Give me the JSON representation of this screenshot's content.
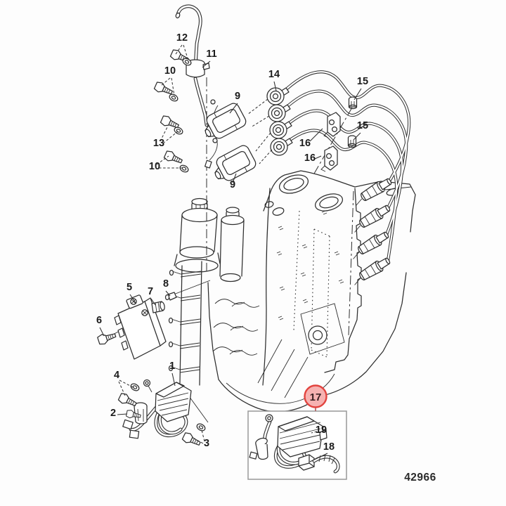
{
  "meta": {
    "type": "exploded-parts-diagram",
    "subject": "Outboard engine electrical and ignition components",
    "drawing_number": "42966"
  },
  "colors": {
    "line": "#2e2e2e",
    "background": "#fdfdfd",
    "highlight_stroke": "#e2433e",
    "highlight_fill": "#f6b2b1",
    "highlight_text": "#3a2022",
    "inset_border": "#999999"
  },
  "callouts": {
    "c1": "1",
    "c2": "2",
    "c3": "3",
    "c4": "4",
    "c5": "5",
    "c6": "6",
    "c7": "7",
    "c8": "8",
    "c9a": "9",
    "c9b": "9",
    "c10a": "10",
    "c10b": "10",
    "c11": "11",
    "c12": "12",
    "c13": "13",
    "c14": "14",
    "c15a": "15",
    "c15b": "15",
    "c16a": "16",
    "c16b": "16",
    "c17": "17",
    "c18": "18",
    "c19": "19"
  }
}
